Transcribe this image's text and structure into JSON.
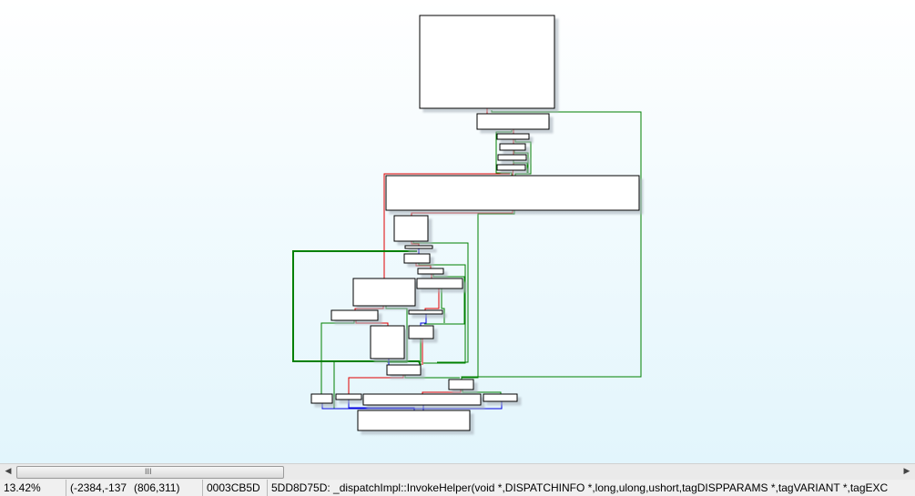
{
  "graph_view": {
    "colors": {
      "true_edge": "#008000",
      "false_edge": "#e00000",
      "jump_edge": "#0000e0",
      "node_fill": "#ffffff"
    }
  },
  "scrollbar": {
    "left_arrow": "◀",
    "right_arrow": "▶",
    "grip": "III",
    "position_fraction": 0.0
  },
  "status_bar": {
    "zoom": "13.42%",
    "coords": "(-2384,-137",
    "mouse": "(806,311)",
    "offset": "0003CB5D",
    "function": "5DD8D75D: _dispatchImpl::InvokeHelper(void *,DISPATCHINFO *,long,ulong,ushort,tagDISPPARAMS *,tagVARIANT *,tagEXC"
  }
}
